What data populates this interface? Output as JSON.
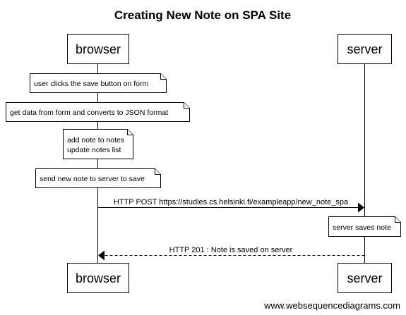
{
  "title": "Creating New Note on SPA Site",
  "actors": {
    "browser": "browser",
    "server": "server"
  },
  "notes": {
    "n1": "user clicks the save button on form",
    "n2": "get data from form and converts to JSON format",
    "n3_line1": "add note to notes",
    "n3_line2": "update notes list",
    "n4": "send new note to server to save",
    "n5": "server saves note"
  },
  "messages": {
    "post": "HTTP POST https://studies.cs.helsinki.fi/exampleapp/new_note_spa",
    "response": "HTTP 201 : Note is saved on server"
  },
  "footer": "www.websequencediagrams.com"
}
